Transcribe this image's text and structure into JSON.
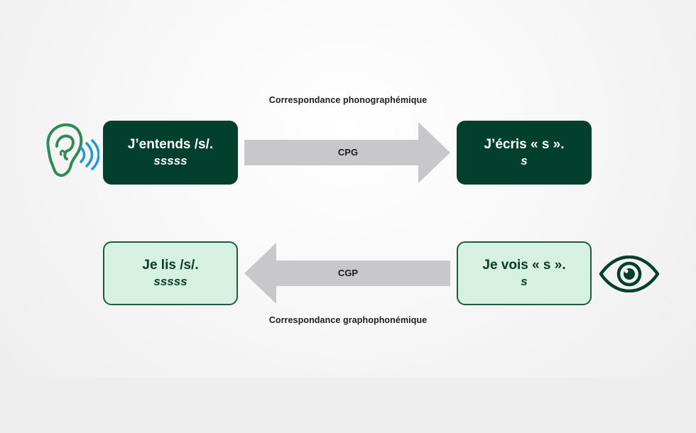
{
  "captions": {
    "top": "Correspondance phonographémique",
    "bottom": "Correspondance graphophonémique"
  },
  "boxes": {
    "hear": {
      "line1": "J’entends /s/.",
      "line2": "sssss"
    },
    "write": {
      "line1": "J’écris « s ».",
      "line2": "s"
    },
    "read": {
      "line1": "Je lis /s/.",
      "line2": "sssss"
    },
    "see": {
      "line1": "Je vois « s ».",
      "line2": "s"
    }
  },
  "arrows": {
    "cpg": "CPG",
    "cgp": "CGP"
  },
  "colors": {
    "dark_green": "#033f2d",
    "light_green": "#d6f0e1",
    "arrow_gray": "#c8c8ca",
    "ear_green": "#2e8b57",
    "sound_blue": "#1a9ad6"
  },
  "icons": {
    "ear": "ear-icon",
    "sound_waves": "sound-waves-icon",
    "eye": "eye-icon"
  }
}
